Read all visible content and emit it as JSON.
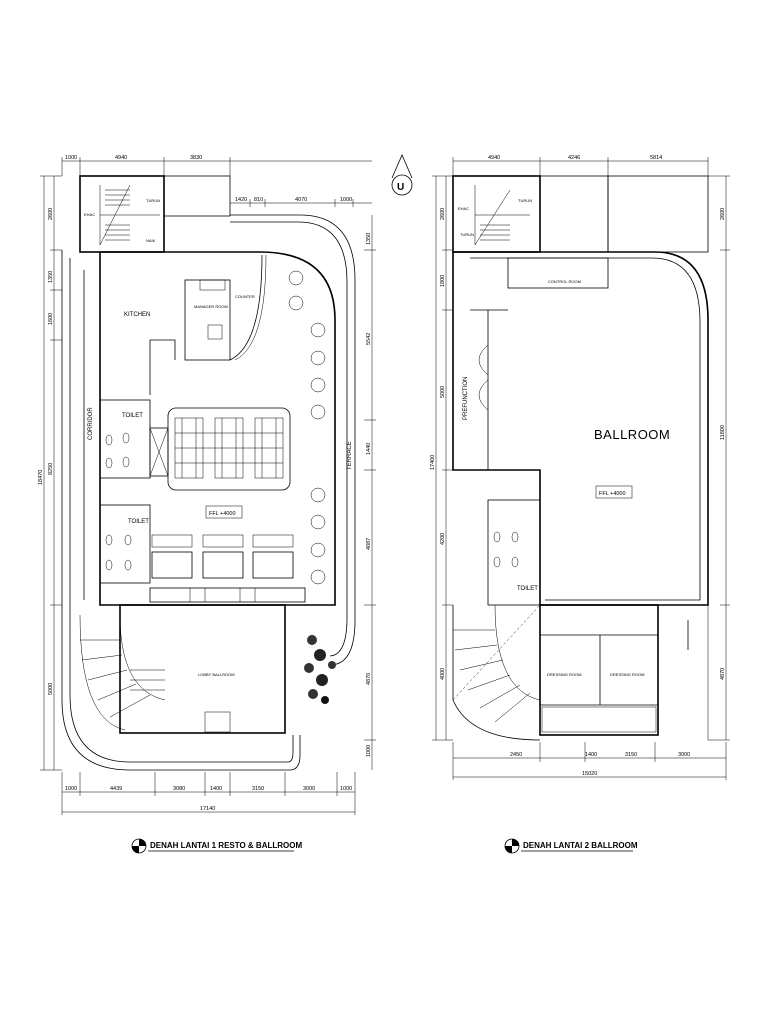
{
  "plan1": {
    "caption": "DENAH LANTAI 1 RESTO & BALLROOM",
    "rooms": {
      "kitchen": "KITCHEN",
      "manager_room": "MANAGER ROOM",
      "counter": "COUNTER",
      "corridor": "CORRIDOR",
      "toilet_a": "TOILET",
      "toilet_b": "TOILET",
      "terrace": "TERRACE",
      "lobby": "LOBBY BALLROOM",
      "ehac": "EHAC",
      "turun": "TURUN",
      "naik": "NAIK"
    },
    "ffl": "FFL +4000",
    "top_dims": [
      "1000",
      "4940",
      "3830",
      "1420",
      "810",
      "4070",
      "1000"
    ],
    "bottom_dims": [
      "1000",
      "4439",
      "3080",
      "1400",
      "3150",
      "3000",
      "1000"
    ],
    "bottom_total": "17140",
    "left_dims": [
      "2600",
      "1350",
      "1600",
      "8250",
      "5000"
    ],
    "left_total": "18470",
    "right_dims": [
      "1350",
      "5542",
      "1440",
      "4087",
      "4870",
      "1000"
    ]
  },
  "plan2": {
    "caption": "DENAH LANTAI 2 BALLROOM",
    "rooms": {
      "ballroom": "BALLROOM",
      "control_room": "CONTROL ROOM",
      "prefunction": "PREFUNCTION",
      "toilet": "TOILET",
      "dressing_a": "DRESSING ROOM",
      "dressing_b": "DRESSING ROOM",
      "ehac": "EHAC",
      "turun": "TURUN"
    },
    "ffl": "FFL +4000",
    "top_dims": [
      "4940",
      "4246",
      "5814"
    ],
    "bottom_dims": [
      "2450",
      "1400",
      "3150",
      "3000"
    ],
    "bottom_total": "15020",
    "left_dims": [
      "2600",
      "1800",
      "5000",
      "4200",
      "4000"
    ],
    "left_total": "17400",
    "right_dims": [
      "2600",
      "11800",
      "4870"
    ]
  },
  "north_arrow": "U"
}
